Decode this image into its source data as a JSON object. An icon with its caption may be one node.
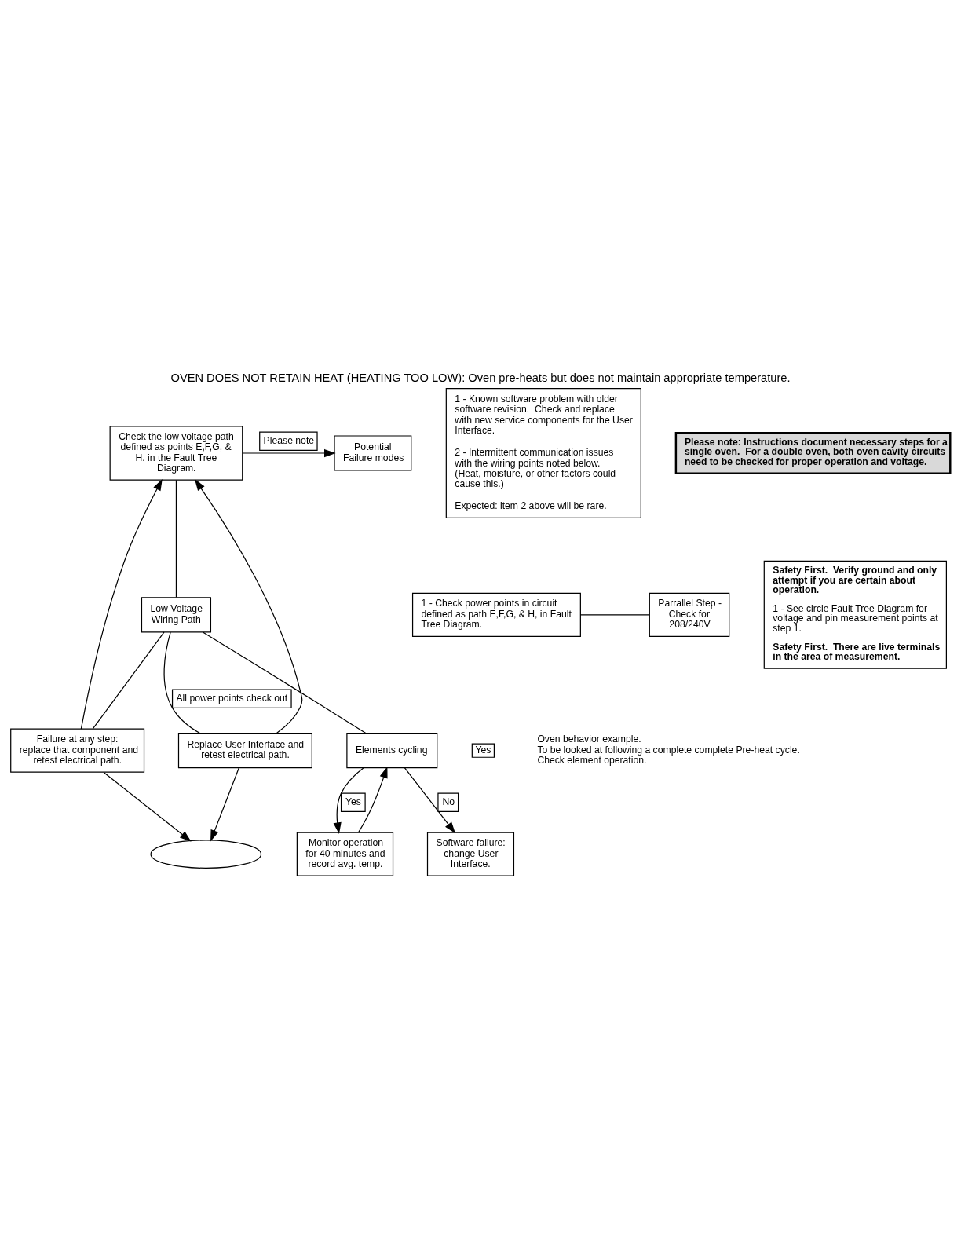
{
  "diagram": {
    "title": "OVEN DOES NOT RETAIN HEAT (HEATING TOO LOW): Oven pre-heats but does not maintain appropriate temperature.",
    "nodes": [
      {
        "text": [
          "Check the low voltage path defined as points E,F,G, & H. in the Fault Tree Diagram."
        ]
      },
      {
        "text": [
          "Potential Failure modes"
        ]
      },
      {
        "text": [
          "1 - Known software problem with older software revision.  Check and replace with new service components for the User Interface.",
          "2 - Intermittent communication issues with the wiring points noted below. (Heat, moisture, or other factors could cause this.)",
          "Expected: item 2 above will be rare."
        ]
      },
      {
        "text": [
          "Low Voltage Wiring Path"
        ]
      },
      {
        "text": [
          "1 - Check power points in circuit defined as path E,F,G, & H, in Fault Tree Diagram."
        ]
      },
      {
        "text": [
          "Parrallel Step - Check for 208/240V"
        ]
      },
      {
        "text": [
          "Safety First.  Verify ground and only attempt if you are certain about operation.",
          "1 - See circle Fault Tree Diagram for voltage and pin measurement points at step 1.",
          "Safety First.  There are live terminals in the area of measurement."
        ]
      },
      {
        "text": [
          "Replace User Interface and retest electrical path."
        ]
      },
      {
        "text": [
          "Failure at any step: replace that component and retest electrical path."
        ]
      },
      {
        "text": [],
        "shape": "oval"
      },
      {
        "text": [
          "Elements cycling"
        ]
      },
      {
        "text": [
          "Software failure: change User Interface."
        ]
      },
      {
        "text": [
          "Monitor operation for 40 minutes and record avg. temp."
        ]
      },
      {
        "text": [
          "Please note: Instructions document necessary steps for a single oven.  For a double oven, both oven cavity circuits need to be checked for proper operation and voltage."
        ]
      }
    ],
    "edges": [
      {
        "from": 0,
        "to": 1,
        "arrow": "to",
        "label": "Please note"
      },
      {
        "from": 0,
        "to": 3,
        "arrow": "none"
      },
      {
        "from": 4,
        "to": 5,
        "arrow": "none"
      },
      {
        "from": 3,
        "to": 7,
        "arrow": "none",
        "label": "All power points check out"
      },
      {
        "from": 3,
        "to": 8,
        "arrow": "none"
      },
      {
        "from": 3,
        "to": 10,
        "arrow": "none"
      },
      {
        "from": 7,
        "to": 9,
        "arrow": "to"
      },
      {
        "from": 8,
        "to": 9,
        "arrow": "to"
      },
      {
        "from": 7,
        "to": 0,
        "arrow": "to"
      },
      {
        "from": 8,
        "to": 0,
        "arrow": "to"
      },
      {
        "from": 10,
        "to": 12,
        "arrow": "to",
        "label": "Yes"
      },
      {
        "from": 10,
        "to": 11,
        "arrow": "to",
        "label": "No"
      },
      {
        "from": 12,
        "to": 10,
        "arrow": "to"
      }
    ],
    "labels": [
      "Oven behavior example.",
      "To be looked at following a complete complete Pre-heat cycle.",
      "Check element operation.",
      "Yes"
    ]
  }
}
